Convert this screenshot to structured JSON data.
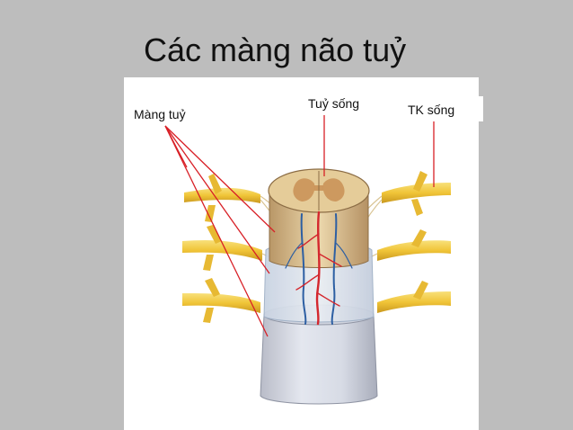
{
  "slide": {
    "background": "#bdbdbd",
    "title": "Các màng não tuỷ"
  },
  "figure": {
    "labels": {
      "meninges": "Màng tuỷ",
      "spinal_cord": "Tuỷ sống",
      "spinal_nerve": "TK sống"
    },
    "pointer_color": "#d81f26",
    "colors": {
      "nerve": "#f2cc3c",
      "cord": "#e3c794",
      "grey_matter": "#c98f55",
      "dura": "#d9dde6",
      "vessel_red": "#d4272e",
      "vessel_blue": "#2d5fa3"
    }
  }
}
